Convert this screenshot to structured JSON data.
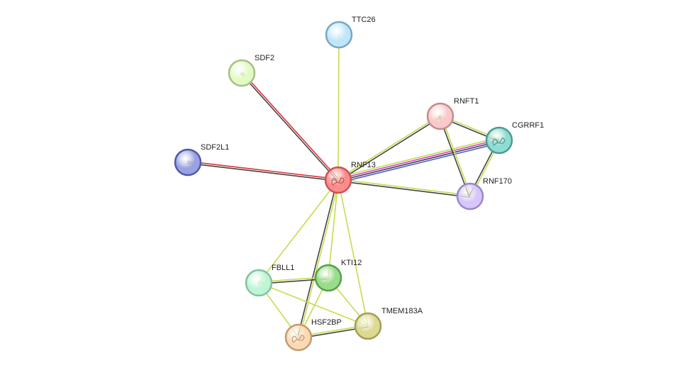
{
  "nodes": [
    {
      "id": "RNF13",
      "label": "RNF13",
      "fill": "#fb8c8c",
      "stroke": "#cc5252",
      "structure": true
    },
    {
      "id": "TTC26",
      "label": "TTC26",
      "fill": "#bfe6fb",
      "stroke": "#7aa6c4",
      "structure": false
    },
    {
      "id": "SDF2",
      "label": "SDF2",
      "fill": "#e2fbc4",
      "stroke": "#a8bf85",
      "structure": false
    },
    {
      "id": "SDF2L1",
      "label": "SDF2L1",
      "fill": "#9aa3e0",
      "stroke": "#4f5aa8",
      "structure": false
    },
    {
      "id": "RNFT1",
      "label": "RNFT1",
      "fill": "#fac9c9",
      "stroke": "#c48c8c",
      "structure": false
    },
    {
      "id": "CGRRF1",
      "label": "CGRRF1",
      "fill": "#8fdcd2",
      "stroke": "#4c9c92",
      "structure": true
    },
    {
      "id": "RNF170",
      "label": "RNF170",
      "fill": "#d7c6fb",
      "stroke": "#9a87c8",
      "structure": false
    },
    {
      "id": "FBLL1",
      "label": "FBLL1",
      "fill": "#bff5d6",
      "stroke": "#84c29f",
      "structure": false
    },
    {
      "id": "KTI12",
      "label": "KTI12",
      "fill": "#98dc8c",
      "stroke": "#55a049",
      "structure": false
    },
    {
      "id": "TMEM183A",
      "label": "TMEM183A",
      "fill": "#dcd992",
      "stroke": "#a29e55",
      "structure": false
    },
    {
      "id": "HSF2BP",
      "label": "HSF2BP",
      "fill": "#fbd9b3",
      "stroke": "#c39a70",
      "structure": true
    }
  ],
  "edges": [
    {
      "source": "RNF13",
      "target": "TTC26",
      "colors": [
        "#c6dc4f"
      ]
    },
    {
      "source": "RNF13",
      "target": "SDF2",
      "colors": [
        "#444444",
        "#e0303a"
      ]
    },
    {
      "source": "RNF13",
      "target": "SDF2L1",
      "colors": [
        "#444444",
        "#e0303a"
      ]
    },
    {
      "source": "RNF13",
      "target": "RNFT1",
      "colors": [
        "#c6dc4f",
        "#444444"
      ]
    },
    {
      "source": "RNF13",
      "target": "CGRRF1",
      "colors": [
        "#c6dc4f",
        "#d63fd6",
        "#444444",
        "#5560c8"
      ]
    },
    {
      "source": "RNF13",
      "target": "RNF170",
      "colors": [
        "#c6dc4f",
        "#444444"
      ]
    },
    {
      "source": "RNF13",
      "target": "FBLL1",
      "colors": [
        "#c6dc4f"
      ]
    },
    {
      "source": "RNF13",
      "target": "KTI12",
      "colors": [
        "#c6dc4f"
      ]
    },
    {
      "source": "RNF13",
      "target": "TMEM183A",
      "colors": [
        "#c6dc4f"
      ]
    },
    {
      "source": "RNF13",
      "target": "HSF2BP",
      "colors": [
        "#c6dc4f",
        "#444444"
      ]
    },
    {
      "source": "RNFT1",
      "target": "CGRRF1",
      "colors": [
        "#c6dc4f",
        "#444444"
      ]
    },
    {
      "source": "RNFT1",
      "target": "RNF170",
      "colors": [
        "#c6dc4f",
        "#444444"
      ]
    },
    {
      "source": "CGRRF1",
      "target": "RNF170",
      "colors": [
        "#c6dc4f",
        "#444444"
      ]
    },
    {
      "source": "FBLL1",
      "target": "KTI12",
      "colors": [
        "#c6dc4f",
        "#444444"
      ]
    },
    {
      "source": "FBLL1",
      "target": "HSF2BP",
      "colors": [
        "#c6dc4f"
      ]
    },
    {
      "source": "FBLL1",
      "target": "TMEM183A",
      "colors": [
        "#c6dc4f"
      ]
    },
    {
      "source": "KTI12",
      "target": "HSF2BP",
      "colors": [
        "#c6dc4f"
      ]
    },
    {
      "source": "KTI12",
      "target": "TMEM183A",
      "colors": [
        "#c6dc4f"
      ]
    },
    {
      "source": "HSF2BP",
      "target": "TMEM183A",
      "colors": [
        "#c6dc4f",
        "#444444"
      ]
    }
  ]
}
